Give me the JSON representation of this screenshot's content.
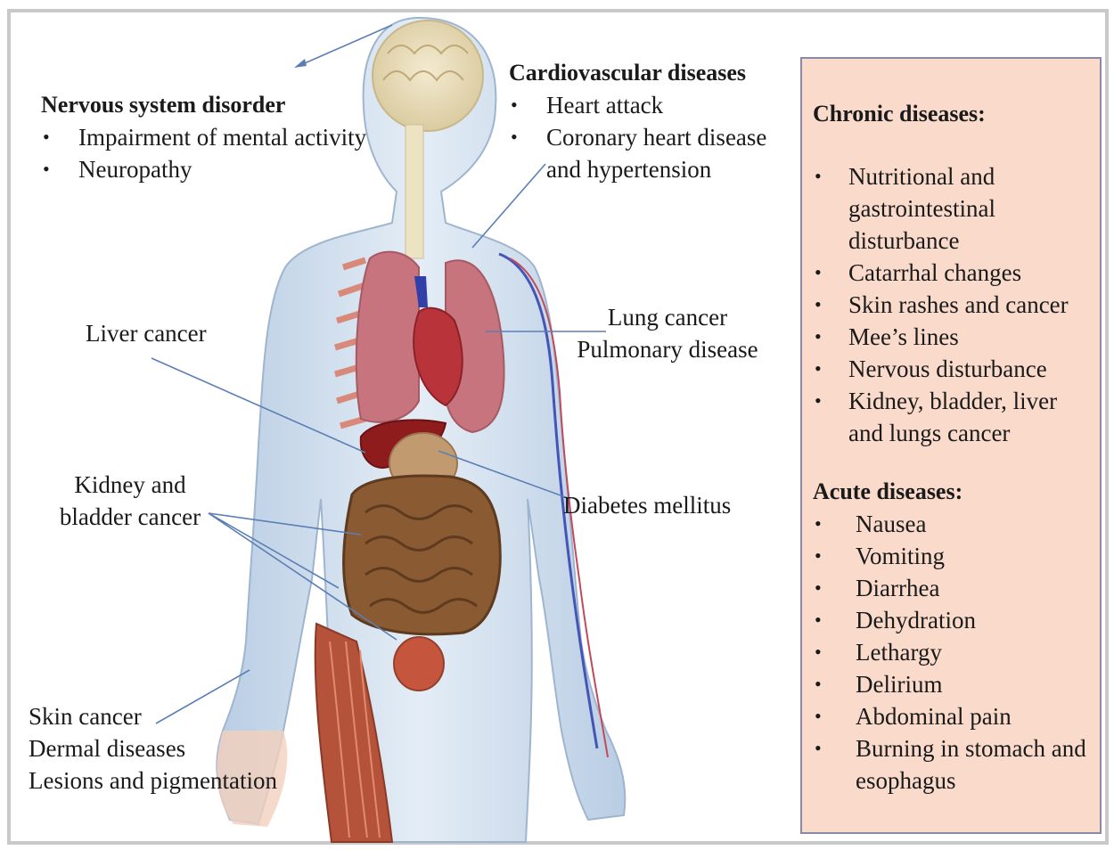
{
  "nervous": {
    "title": "Nervous system disorder",
    "items": [
      "Impairment of mental activity",
      "Neuropathy"
    ]
  },
  "cardio": {
    "title": "Cardiovascular diseases",
    "items": [
      "Heart attack",
      "Coronary heart disease and hypertension"
    ]
  },
  "liver": {
    "label": "Liver cancer"
  },
  "lung": {
    "line1": "Lung cancer",
    "line2": "Pulmonary disease"
  },
  "kidney": {
    "line1": "Kidney and",
    "line2": "bladder cancer"
  },
  "diabetes": {
    "label": "Diabetes mellitus"
  },
  "skin": {
    "line1": "Skin cancer",
    "line2": "Dermal diseases",
    "line3": "Lesions and pigmentation"
  },
  "chronic": {
    "title": "Chronic diseases:",
    "items": [
      "Nutritional and gastrointestinal disturbance",
      "Catarrhal changes",
      "Skin rashes and cancer",
      "Mee’s lines",
      "Nervous disturbance",
      "Kidney, bladder, liver and lungs cancer"
    ]
  },
  "acute": {
    "title": "Acute diseases:",
    "items": [
      "Nausea",
      "Vomiting",
      "Diarrhea",
      "Dehydration",
      "Lethargy",
      "Delirium",
      "Abdominal pain",
      "Burning in stomach and esophagus"
    ]
  },
  "colors": {
    "panel_bg": "#fadbcb",
    "panel_border": "#8a8aa8",
    "leader_line": "#5b7fb5",
    "body": "#c9d8ea",
    "lungs": "#c7747f",
    "liver": "#8e1c1c",
    "intestine": "#8a5a33",
    "muscle": "#b5523a"
  }
}
